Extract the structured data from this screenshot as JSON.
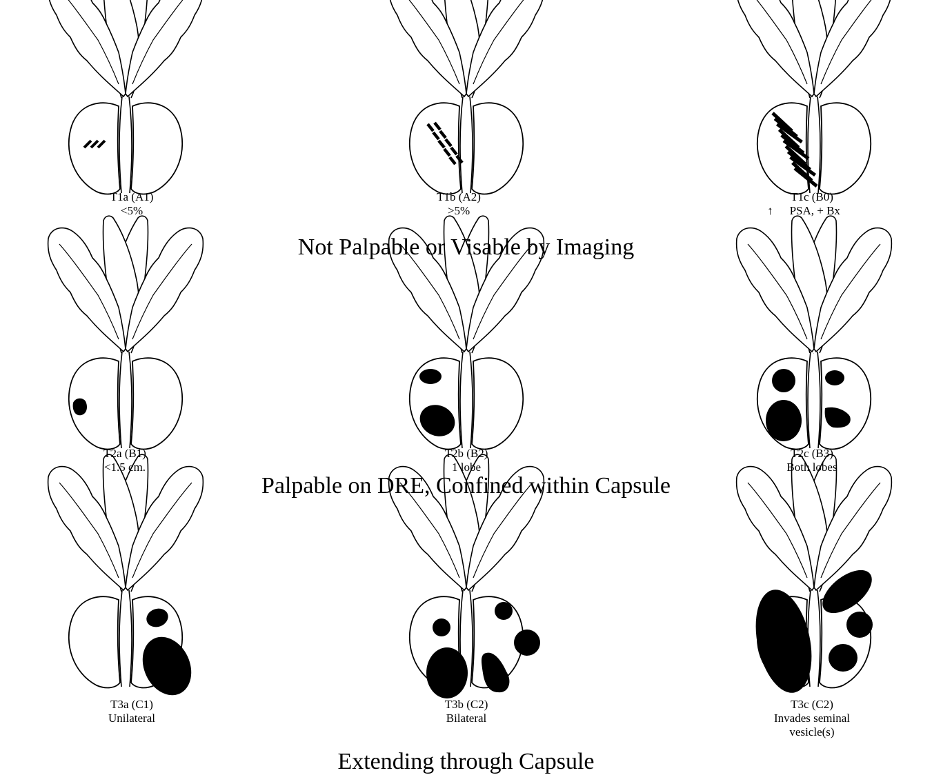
{
  "panels": [
    {
      "id": "T1a",
      "title": "T1a (A1)",
      "note": "<5%",
      "row": 0,
      "col": 0,
      "lesion": "hatch-small"
    },
    {
      "id": "T1b",
      "title": "T1b (A2)",
      "note": ">5%",
      "row": 0,
      "col": 1,
      "lesion": "hatch-medium"
    },
    {
      "id": "T1c",
      "title": "T1c (B0)",
      "note": "PSA, + Bx",
      "arrow_symbol": "↑",
      "row": 0,
      "col": 2,
      "lesion": "hatch-large"
    },
    {
      "id": "T2a",
      "title": "T2a (B1)",
      "note": "<1.5 cm.",
      "row": 1,
      "col": 0,
      "lesion": "nodule-single"
    },
    {
      "id": "T2b",
      "title": "T2b (B2)",
      "note": "1 lobe",
      "row": 1,
      "col": 1,
      "lesion": "nodules-one-lobe"
    },
    {
      "id": "T2c",
      "title": "T2c (B3)",
      "note": "Both lobes",
      "row": 1,
      "col": 2,
      "lesion": "nodules-both-lobes"
    },
    {
      "id": "T3a",
      "title": "T3a (C1)",
      "note": "Unilateral",
      "row": 2,
      "col": 0,
      "lesion": "extension-unilateral"
    },
    {
      "id": "T3b",
      "title": "T3b (C2)",
      "note": "Bilateral",
      "row": 2,
      "col": 1,
      "lesion": "extension-bilateral"
    },
    {
      "id": "T3c",
      "title": "T3c (C2)",
      "note": "Invades seminal",
      "note2": "vesicle(s)",
      "row": 2,
      "col": 2,
      "lesion": "seminal-vesicle-invasion"
    }
  ],
  "band_titles": [
    "Not Palpable or Visable by Imaging",
    "Palpable on DRE, Confined within Capsule",
    "Extending through Capsule"
  ],
  "colors": {
    "ink": "#000000",
    "background": "#ffffff"
  }
}
